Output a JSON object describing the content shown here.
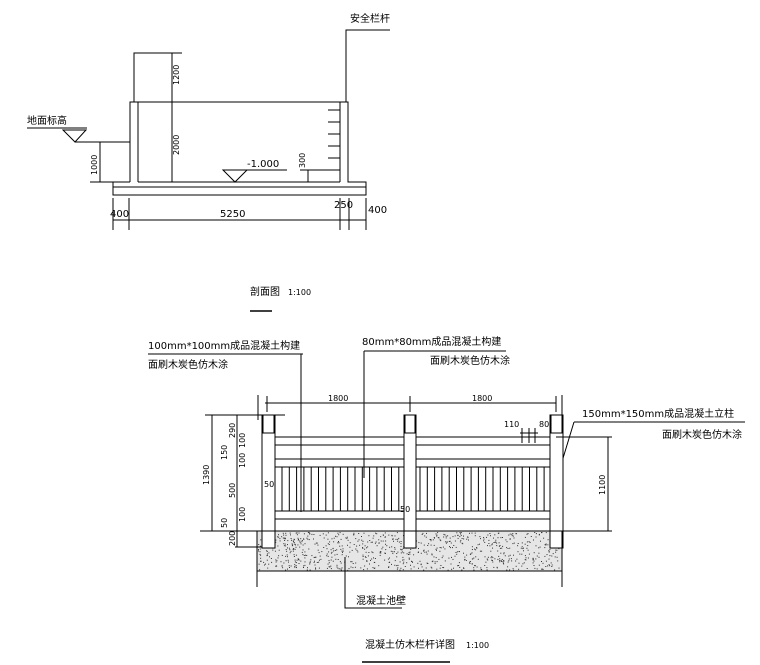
{
  "section": {
    "safety_rail_label": "安全栏杆",
    "ground_label": "地面标高",
    "water_level": "-1.000",
    "dims": {
      "d1200": "1200",
      "d2000": "2000",
      "d1000": "1000",
      "d300": "300",
      "d400_left": "400",
      "d5250": "5250",
      "d250": "250",
      "d400_right": "400"
    },
    "title": "剖面图",
    "scale": "1:100"
  },
  "railing": {
    "note1_line1": "100mm*100mm成品混凝土构建",
    "note1_line2": "面刷木炭色仿木涂",
    "note2_line1": "80mm*80mm成品混凝土构建",
    "note2_line2": "面刷木炭色仿木涂",
    "note3_line1": "150mm*150mm成品混凝土立柱",
    "note3_line2": "面刷木炭色仿木涂",
    "dims": {
      "span1": "1800",
      "span2": "1800",
      "d110": "110",
      "d80": "80",
      "d1390": "1390",
      "d290": "290",
      "d150": "150",
      "d100a": "100",
      "d100b": "100",
      "d500": "500",
      "d100c": "100",
      "d50a": "50",
      "d200": "200",
      "d1100": "1100",
      "d50_left": "50",
      "d50_mid": "50"
    },
    "wall_label": "混凝土池壁",
    "title": "混凝土仿木栏杆详图",
    "scale": "1:100"
  }
}
